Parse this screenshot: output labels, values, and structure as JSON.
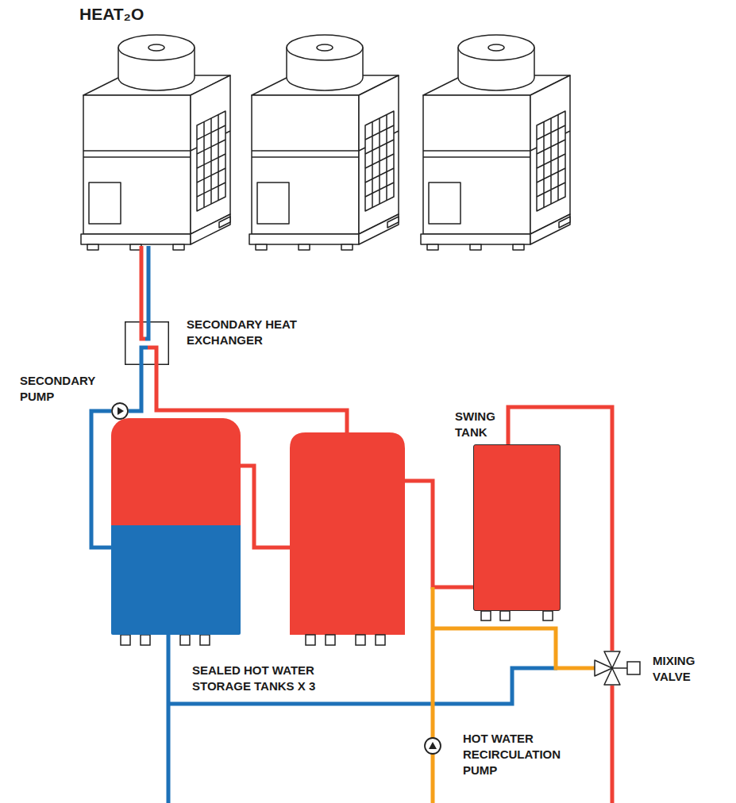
{
  "diagram": {
    "title": "HEAT₂O",
    "nodes": [
      {
        "text": [
          "SECONDARY HEAT EXCHANGER"
        ]
      },
      {
        "text": [
          "SECONDARY PUMP"
        ]
      },
      {
        "text": [
          "SWING TANK"
        ]
      },
      {
        "text": [
          "SEALED HOT WATER STORAGE TANKS X 3"
        ]
      },
      {
        "text": [
          "MIXING VALVE"
        ]
      },
      {
        "text": [
          "HOT WATER RECIRCULATION PUMP"
        ]
      }
    ],
    "edges": [
      {
        "from": 0,
        "to": 1,
        "arrow": "none"
      },
      {
        "from": 1,
        "to": 3,
        "arrow": "none"
      },
      {
        "from": 2,
        "to": 4,
        "arrow": "none"
      }
    ]
  }
}
